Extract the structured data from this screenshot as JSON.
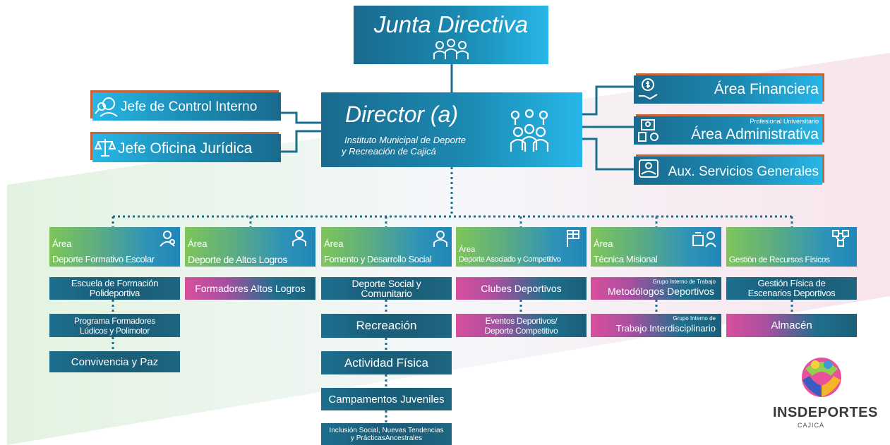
{
  "top": {
    "title": "Junta Directiva"
  },
  "director": {
    "title": "Director (a)",
    "line1": "Instituto Municipal de Deporte",
    "line2": "y Recreación de Cajicá"
  },
  "left": [
    {
      "label": "Jefe de Control Interno"
    },
    {
      "label": "Jefe Oficina Jurídica"
    }
  ],
  "right": [
    {
      "label": "Área Financiera",
      "small": ""
    },
    {
      "label": "Área Administrativa",
      "small": "Profesional Universitario"
    },
    {
      "label": "Aux. Servicios Generales",
      "small": ""
    }
  ],
  "areas": [
    {
      "area": "Área",
      "title": "Deporte Formativo Escolar",
      "subs": [
        {
          "l1": "Escuela de Formación",
          "l2": "Polideportiva"
        },
        {
          "l1": "Programa Formadores",
          "l2": "Lúdicos y Polimotor"
        },
        {
          "l1": "Convivencia y Paz",
          "l2": ""
        }
      ]
    },
    {
      "area": "Área",
      "title": "Deporte de Altos Logros",
      "subs": [
        {
          "l1": "Formadores Altos Logros",
          "l2": ""
        }
      ]
    },
    {
      "area": "Área",
      "title": "Fomento y Desarrollo Social",
      "subs": [
        {
          "l1": "Deporte Social y",
          "l2": "Comunitario"
        },
        {
          "l1": "Recreación",
          "l2": ""
        },
        {
          "l1": "Actividad Física",
          "l2": ""
        },
        {
          "l1": "Campamentos Juveniles",
          "l2": ""
        },
        {
          "l1": "Inclusión Social, Nuevas Tendencias",
          "l2": "y PrácticasAncestrales"
        }
      ]
    },
    {
      "area": "Área",
      "title": "Deporte Asociado y Competitivo",
      "subs": [
        {
          "l1": "Clubes Deportivos",
          "l2": ""
        },
        {
          "l1": "Eventos Deportivos/",
          "l2": "Deporte Competitivo"
        }
      ]
    },
    {
      "area": "Área",
      "title": "Técnica Misional",
      "subs": [
        {
          "small": "Grupo Interno de Trabajo",
          "l1": "Metodólogos Deportivos"
        },
        {
          "small": "Grupo Interno de",
          "l1": "Trabajo Interdisciplinario"
        }
      ]
    },
    {
      "area": "",
      "title": "Gestión de Recursos Físicos",
      "subs": [
        {
          "l1": "Gestión Física de",
          "l2": "Escenarios Deportivos"
        },
        {
          "l1": "Almacén",
          "l2": ""
        }
      ]
    }
  ],
  "logo": {
    "name": "INSDEPORTES",
    "city": "CAJICÁ"
  },
  "colors": {
    "blue": "#1b89b1",
    "orange": "#c8643a",
    "green": "#7fc55a",
    "pink": "#d84f9c"
  },
  "icons": [
    "people-group-icon",
    "person-magnify-icon",
    "scales-icon",
    "leaders-group-icon",
    "money-hand-icon",
    "admin-person-icon",
    "hands-care-icon",
    "coach-icon",
    "athlete-icon",
    "social-person-icon",
    "checkered-flag-icon",
    "training-icon",
    "facilities-icon"
  ]
}
